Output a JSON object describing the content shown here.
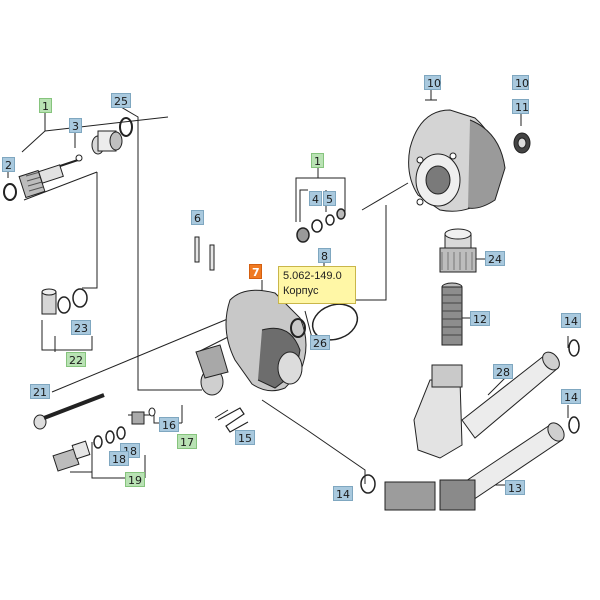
{
  "diagram": {
    "callouts": [
      {
        "id": "c1a",
        "text": "1",
        "style": "green"
      },
      {
        "id": "c25",
        "text": "25",
        "style": "blue"
      },
      {
        "id": "c3",
        "text": "3",
        "style": "blue"
      },
      {
        "id": "c2",
        "text": "2",
        "style": "blue"
      },
      {
        "id": "c10a",
        "text": "10",
        "style": "blue"
      },
      {
        "id": "c10b",
        "text": "10",
        "style": "blue"
      },
      {
        "id": "c11",
        "text": "11",
        "style": "blue"
      },
      {
        "id": "c1b",
        "text": "1",
        "style": "green"
      },
      {
        "id": "c6",
        "text": "6",
        "style": "blue"
      },
      {
        "id": "c4",
        "text": "4",
        "style": "blue"
      },
      {
        "id": "c5",
        "text": "5",
        "style": "blue"
      },
      {
        "id": "c8",
        "text": "8",
        "style": "blue"
      },
      {
        "id": "c7",
        "text": "7",
        "style": "orange"
      },
      {
        "id": "c24",
        "text": "24",
        "style": "blue"
      },
      {
        "id": "c23",
        "text": "23",
        "style": "blue"
      },
      {
        "id": "c22",
        "text": "22",
        "style": "green"
      },
      {
        "id": "c12",
        "text": "12",
        "style": "blue"
      },
      {
        "id": "c26",
        "text": "26",
        "style": "blue"
      },
      {
        "id": "c14a",
        "text": "14",
        "style": "blue"
      },
      {
        "id": "c21",
        "text": "21",
        "style": "blue"
      },
      {
        "id": "c28",
        "text": "28",
        "style": "blue"
      },
      {
        "id": "c14b",
        "text": "14",
        "style": "blue"
      },
      {
        "id": "c16",
        "text": "16",
        "style": "blue"
      },
      {
        "id": "c17",
        "text": "17",
        "style": "green"
      },
      {
        "id": "c15",
        "text": "15",
        "style": "blue"
      },
      {
        "id": "c18a",
        "text": "18",
        "style": "blue"
      },
      {
        "id": "c18b",
        "text": "18",
        "style": "blue"
      },
      {
        "id": "c19",
        "text": "19",
        "style": "green"
      },
      {
        "id": "c14c",
        "text": "14",
        "style": "blue"
      },
      {
        "id": "c13",
        "text": "13",
        "style": "blue"
      }
    ],
    "tooltip": {
      "part_number": "5.062-149.0",
      "part_name": "Корпус"
    },
    "colors": {
      "callout_blue": "#a9c9de",
      "callout_green": "#b9e2b4",
      "callout_selected": "#f07a22",
      "tooltip_bg": "#fff7a6"
    }
  }
}
